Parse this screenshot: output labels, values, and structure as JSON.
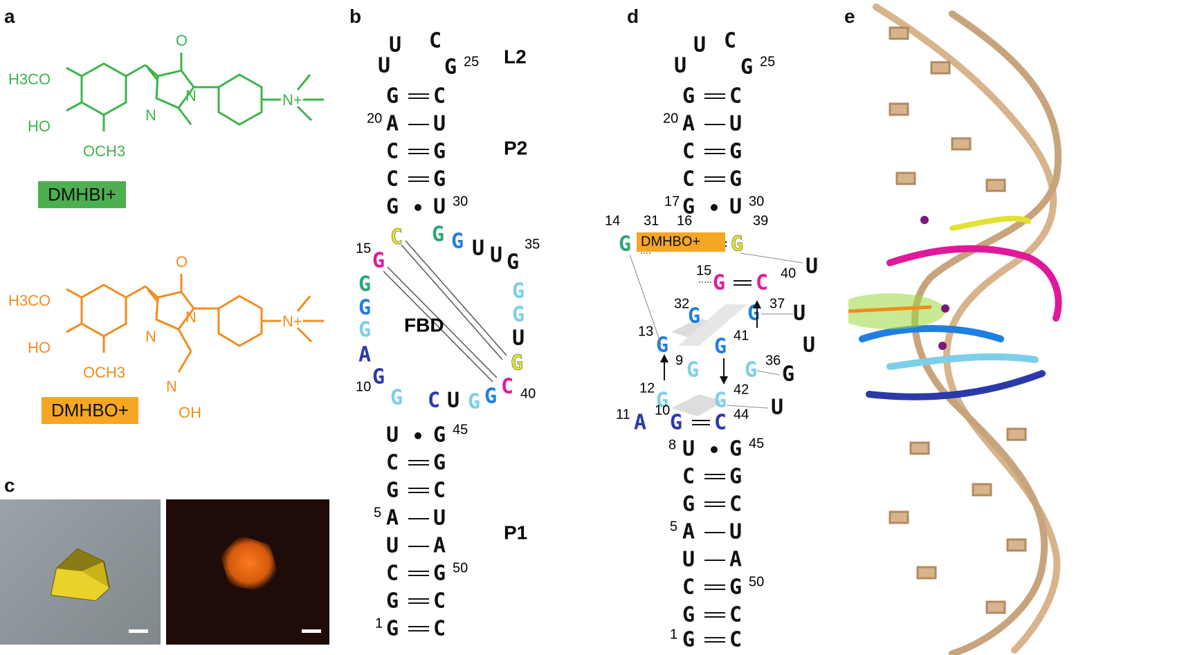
{
  "figure": {
    "panels": {
      "a": "a",
      "b": "b",
      "c": "c",
      "d": "d",
      "e": "e"
    },
    "colors": {
      "dmhbi": "#3cb44b",
      "dmhbo": "#f28c1b",
      "dmhbi_box": "#4caf50",
      "dmhbo_box": "#f5a623",
      "nt_black": "#111111",
      "nt_yellow": "#e2e233",
      "nt_magenta": "#e0199b",
      "nt_green": "#2aa876",
      "nt_blue": "#1f7fe0",
      "nt_lightblue": "#7dcfe8",
      "nt_navy": "#2b3aa8",
      "rna_backbone": "#d8b48c"
    }
  },
  "panel_a": {
    "dmhbi": {
      "substituents": {
        "h3co": "H3CO",
        "ho": "HO",
        "och3": "OCH3",
        "o": "O",
        "n1": "N",
        "n2": "N",
        "nme3": "N+"
      },
      "name": "DMHBI+"
    },
    "dmhbo": {
      "substituents": {
        "h3co": "H3CO",
        "ho": "HO",
        "och3": "OCH3",
        "o": "O",
        "n1": "N",
        "n2": "N",
        "nme3": "N+",
        "oxime_n": "N",
        "oh": "OH"
      },
      "name": "DMHBO+"
    }
  },
  "panel_b": {
    "regions": {
      "l2": "L2",
      "p2": "P2",
      "p1": "P1",
      "fbd": "FBD"
    },
    "numbers": {
      "n1": "1",
      "n5": "5",
      "n10": "10",
      "n15": "15",
      "n20": "20",
      "n25": "25",
      "n30": "30",
      "n35": "35",
      "n40": "40",
      "n45": "45",
      "n50": "50"
    }
  },
  "panel_c": {},
  "panel_d": {
    "ligand": "DMHBO+",
    "numbers": {
      "n1": "1",
      "n5": "5",
      "n8": "8",
      "n9": "9",
      "n10": "10",
      "n11": "11",
      "n12": "12",
      "n13": "13",
      "n14": "14",
      "n15": "15",
      "n16": "16",
      "n17": "17",
      "n20": "20",
      "n25": "25",
      "n30": "30",
      "n31": "31",
      "n32": "32",
      "n36": "36",
      "n37": "37",
      "n39": "39",
      "n40": "40",
      "n41": "41",
      "n42": "42",
      "n44": "44",
      "n45": "45",
      "n50": "50"
    }
  },
  "panel_e": {}
}
